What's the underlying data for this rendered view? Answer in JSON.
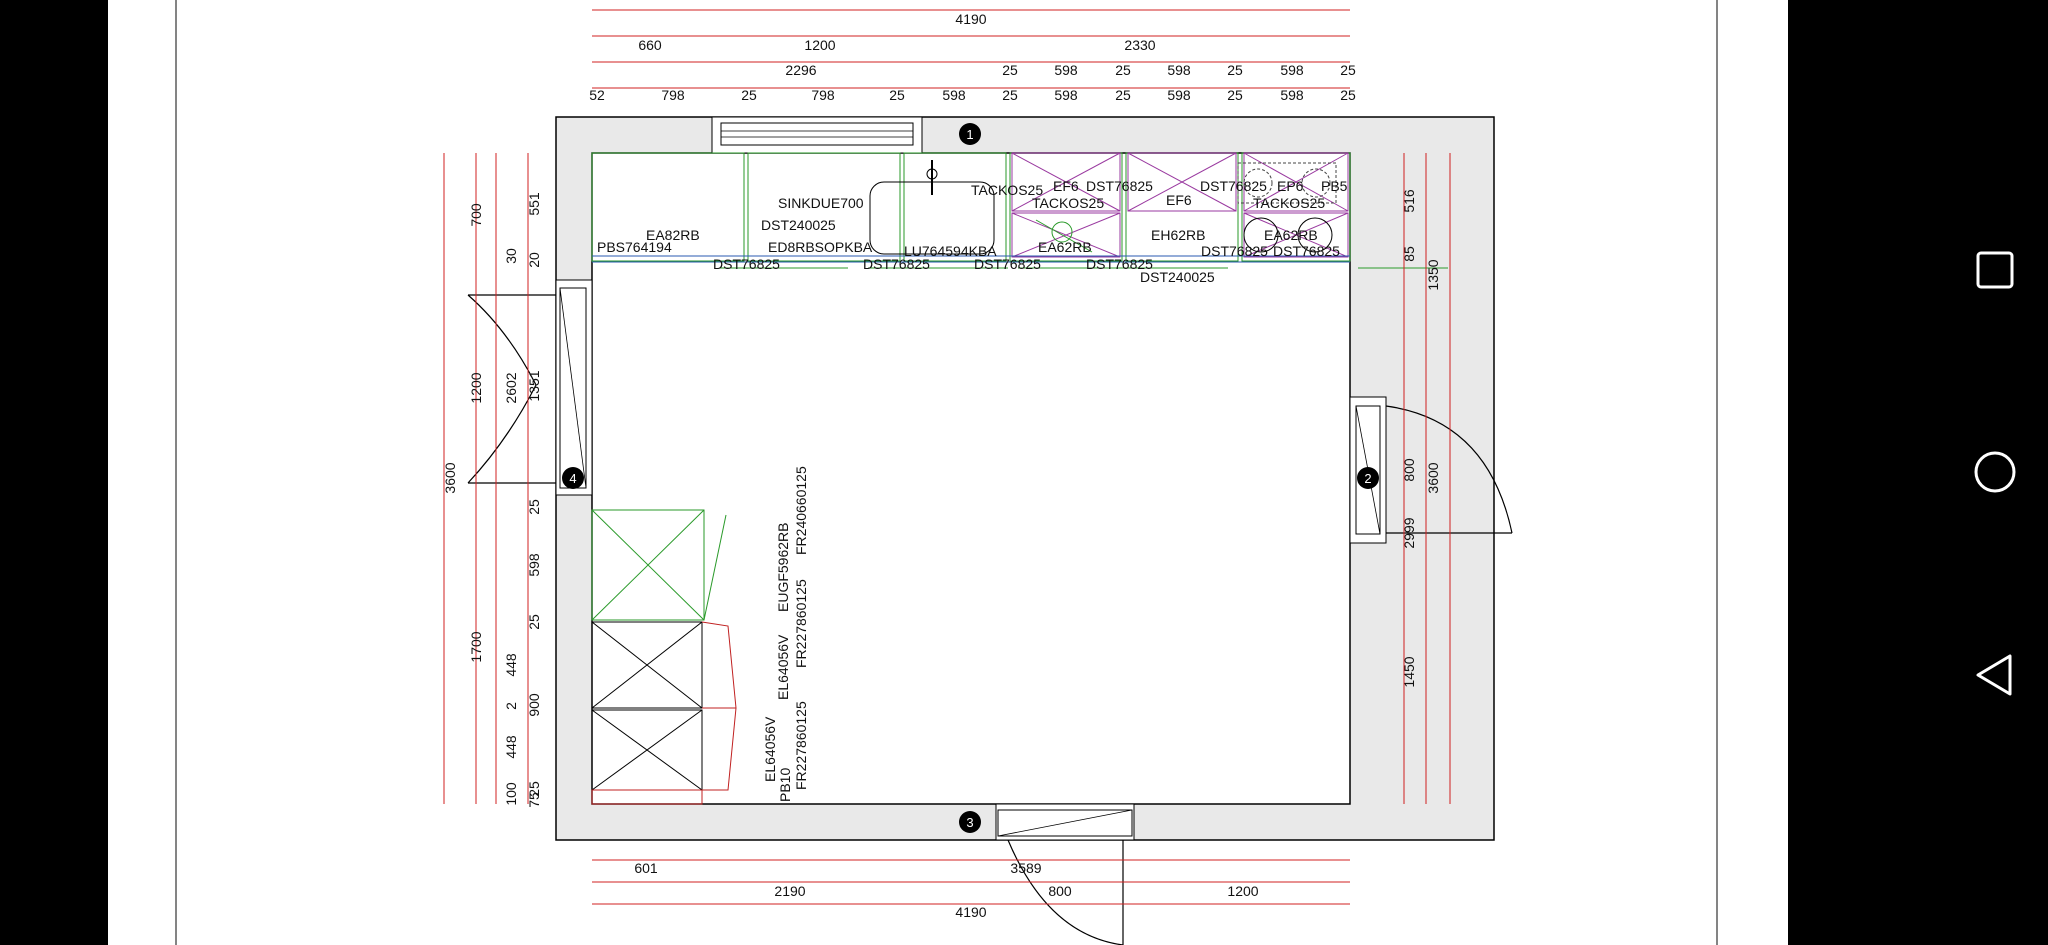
{
  "plan": {
    "dims_top": {
      "overall": "4190",
      "row2": [
        "660",
        "1200",
        "2330"
      ],
      "row3": [
        "2296",
        "25",
        "598",
        "25",
        "598",
        "25",
        "598",
        "25"
      ],
      "row4": [
        "52",
        "798",
        "25",
        "798",
        "25",
        "598",
        "25",
        "598",
        "25",
        "598",
        "25",
        "598",
        "25"
      ]
    },
    "dims_bottom": {
      "row1": [
        "601",
        "3589"
      ],
      "row2": [
        "2190",
        "800",
        "1200"
      ],
      "overall": "4190"
    },
    "dims_left": {
      "outer": "3600",
      "col2": [
        "700",
        "1200",
        "1700"
      ],
      "col3": [
        "30",
        "2602",
        "448",
        "2",
        "448",
        "100"
      ],
      "col4": [
        "551",
        "20",
        "1351",
        "25",
        "598",
        "25",
        "900",
        "25",
        "75"
      ]
    },
    "dims_right": {
      "col1": [
        "516",
        "85",
        "800",
        "2999",
        "1450"
      ],
      "col2": [
        "1350",
        "3600"
      ]
    },
    "markers": [
      "1",
      "2",
      "3",
      "4"
    ],
    "labels_top": [
      "SINKDUE700",
      "DST240025",
      "EA82RB",
      "PBS764194",
      "ED8RBSOPKBA",
      "LU764594KBA",
      "TACKOS25",
      "EF6",
      "DST76825",
      "TACKOS25",
      "EF6",
      "DST76825",
      "EP6",
      "PB5",
      "TACKOS25",
      "EH62RB",
      "EA62RB",
      "EA62RB",
      "DST76825",
      "DST76825",
      "DST76825",
      "DST76825",
      "DST76825",
      "DST76825",
      "DST240025"
    ],
    "labels_left": [
      "FR240660125",
      "EUGF5962RB",
      "FR227860125",
      "EL64056V",
      "EL64056V",
      "FR227860125",
      "PB10"
    ]
  },
  "nav": {
    "icons": [
      "recent-apps-icon",
      "home-icon",
      "back-icon"
    ]
  }
}
